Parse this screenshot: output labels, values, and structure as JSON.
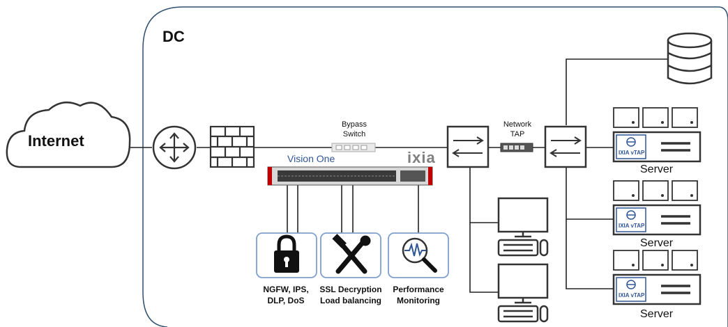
{
  "diagram": {
    "dc_label": "DC",
    "internet_label": "Internet",
    "bypass_switch_label": [
      "Bypass",
      "Switch"
    ],
    "network_tap_label": [
      "Network",
      "TAP"
    ],
    "vision_one_label": "Vision One",
    "ixia_brand": "ixia",
    "tools": [
      {
        "icon": "lock-icon",
        "lines": [
          "NGFW, IPS,",
          "DLP, DoS"
        ]
      },
      {
        "icon": "tools-icon",
        "lines": [
          "SSL Decryption",
          "Load balancing"
        ]
      },
      {
        "icon": "monitoring-icon",
        "lines": [
          "Performance",
          "Monitoring"
        ]
      }
    ],
    "servers": [
      {
        "label": "Server",
        "vtap": "IXIA vTAP"
      },
      {
        "label": "Server",
        "vtap": "IXIA vTAP"
      },
      {
        "label": "Server",
        "vtap": "IXIA vTAP"
      }
    ],
    "colors": {
      "line": "#222222",
      "tool_border": "#7f9fcf",
      "vtap_blue": "#2f5597",
      "packet_broker_red": "#c00000"
    }
  }
}
